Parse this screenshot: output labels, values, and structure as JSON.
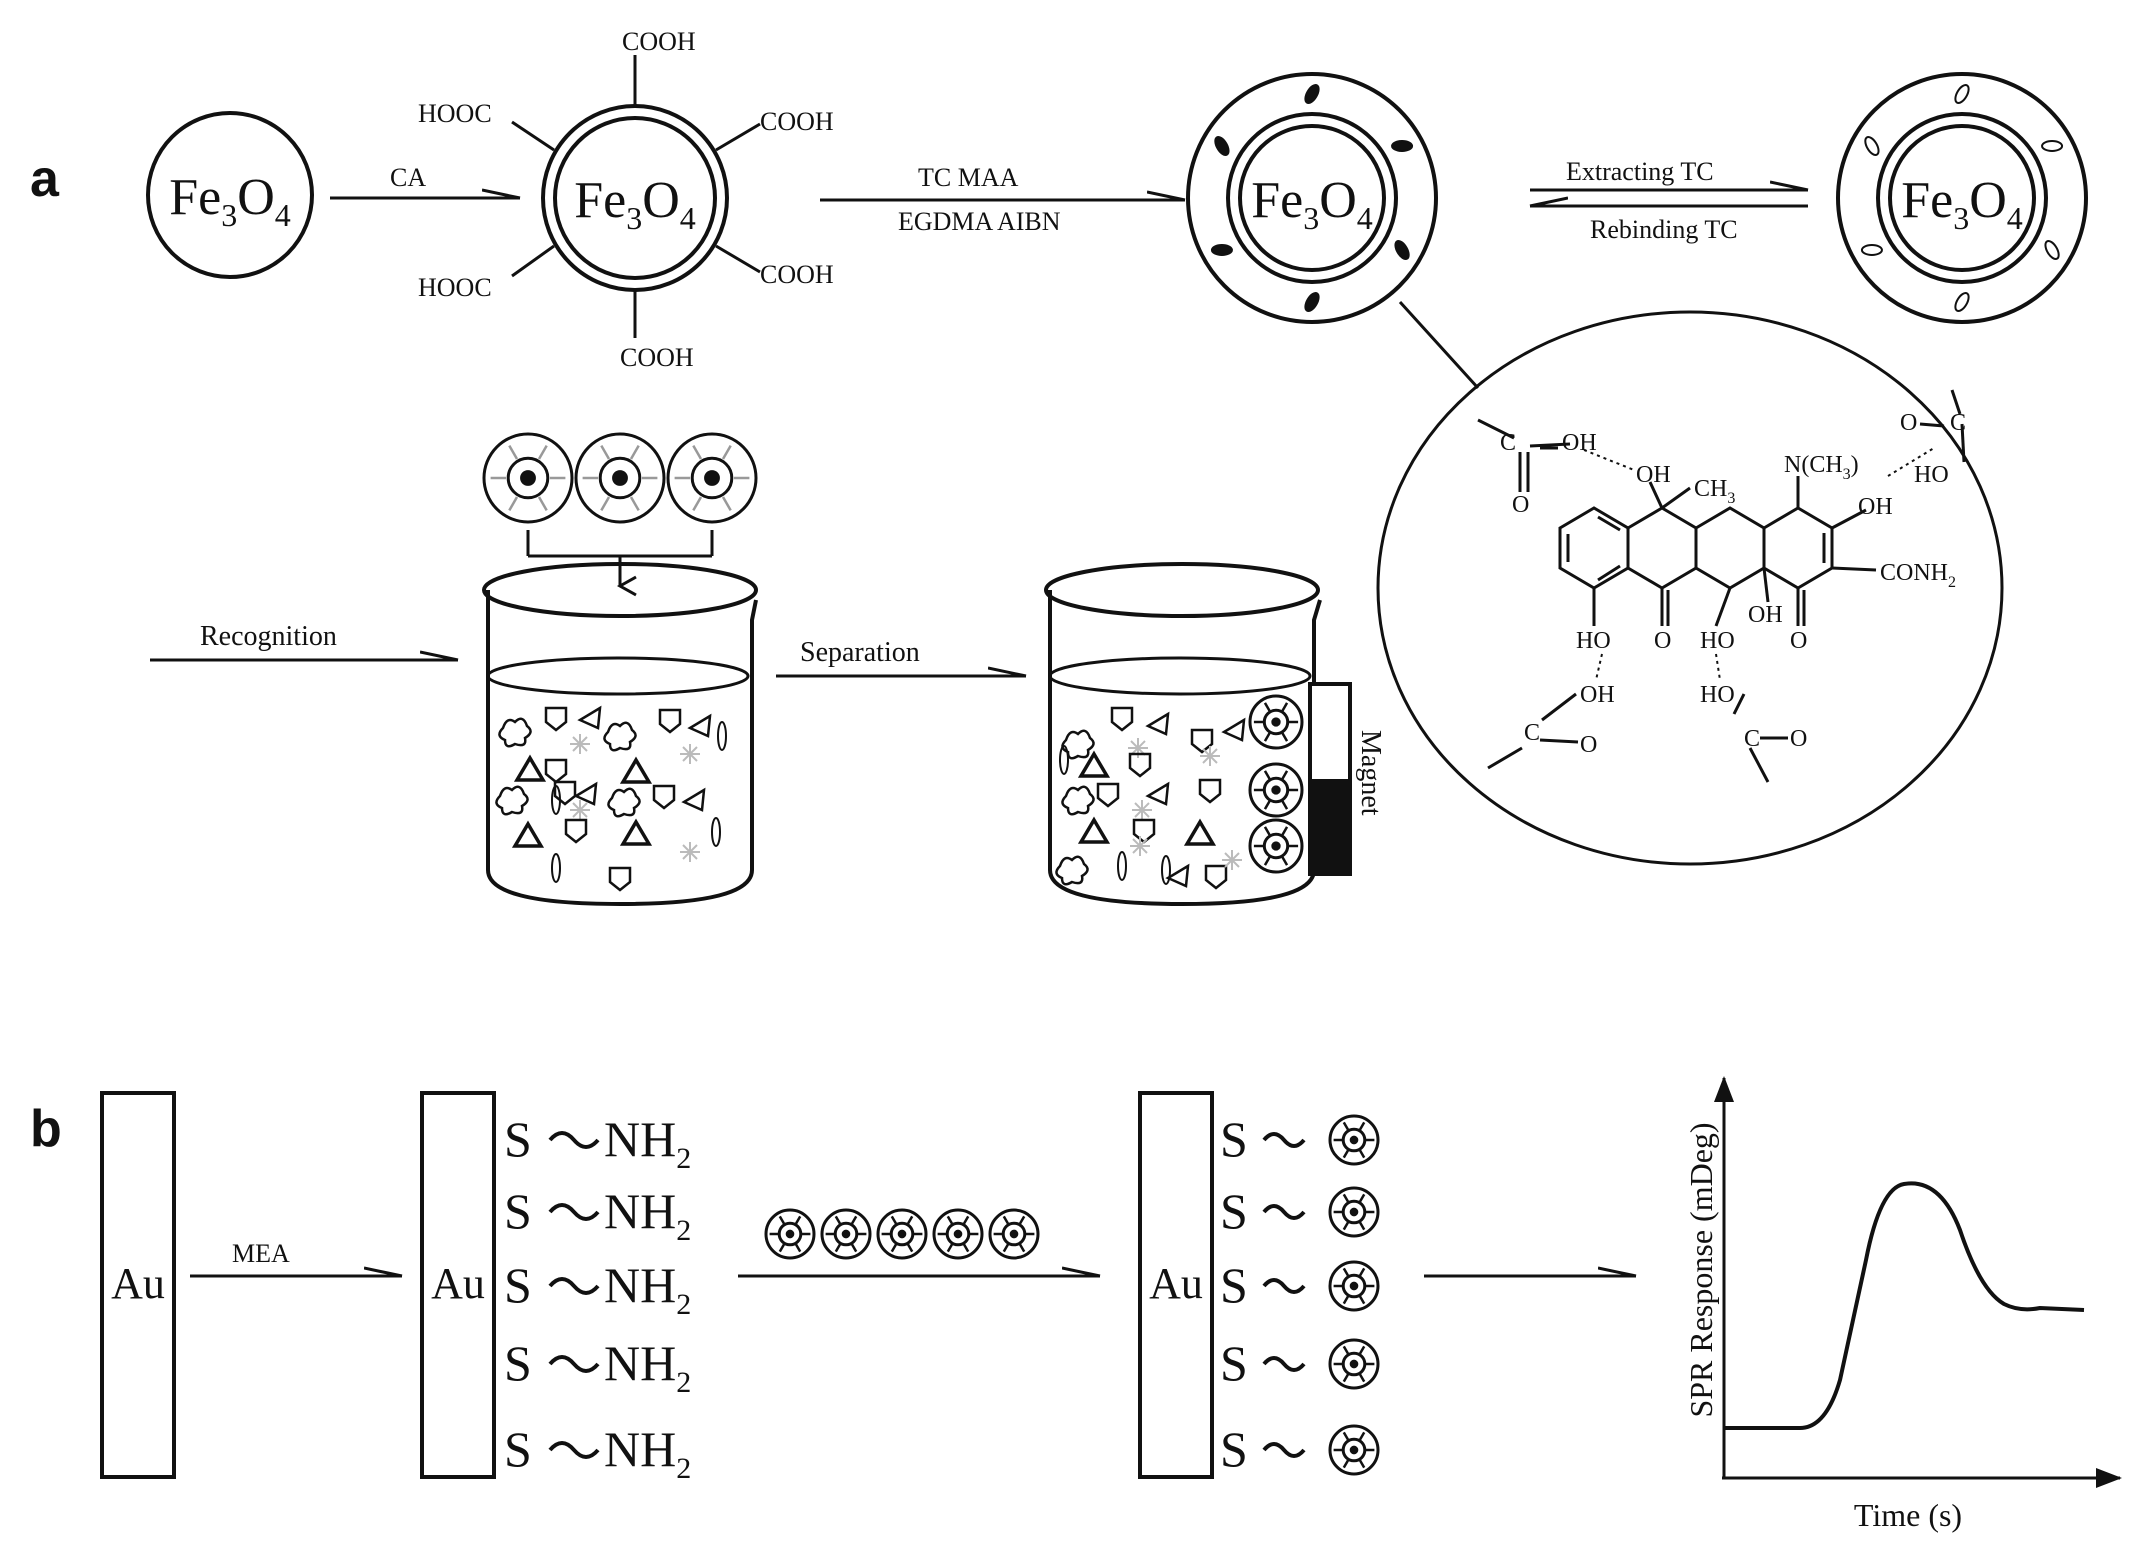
{
  "panel_a": {
    "letter": "a",
    "particle_label": "Fe3O4",
    "core_main": "Fe",
    "core_sub1": "3",
    "core_mid": "O",
    "core_sub2": "4",
    "step1_reagent": "CA",
    "carboxyl_right": "COOH",
    "carboxyl_left": "HOOC",
    "step2_reagent_top": "TC MAA",
    "step2_reagent_bottom": "EGDMA AIBN",
    "extract_label": "Extracting TC",
    "rebind_label": "Rebinding TC",
    "recognition_label": "Recognition",
    "separation_label": "Separation",
    "magnet_label": "Magnet",
    "molecule": {
      "oh": "OH",
      "ho": "HO",
      "c": "C",
      "o": "O",
      "ch3": "CH",
      "ch3_sub": "3",
      "nme2": "N(CH",
      "nme2_sub": "3",
      "nme2_end": ")",
      "conh2": "CONH",
      "conh2_sub": "2"
    }
  },
  "panel_b": {
    "letter": "b",
    "au_label": "Au",
    "mea_label": "MEA",
    "s_label": "S",
    "nh2_main": "NH",
    "nh2_sub": "2",
    "graph": {
      "ylabel": "SPR Response (mDeg)",
      "xlabel": "Time (s)"
    }
  },
  "colors": {
    "ink": "#111111",
    "light_particle": "#bbbbbb"
  }
}
